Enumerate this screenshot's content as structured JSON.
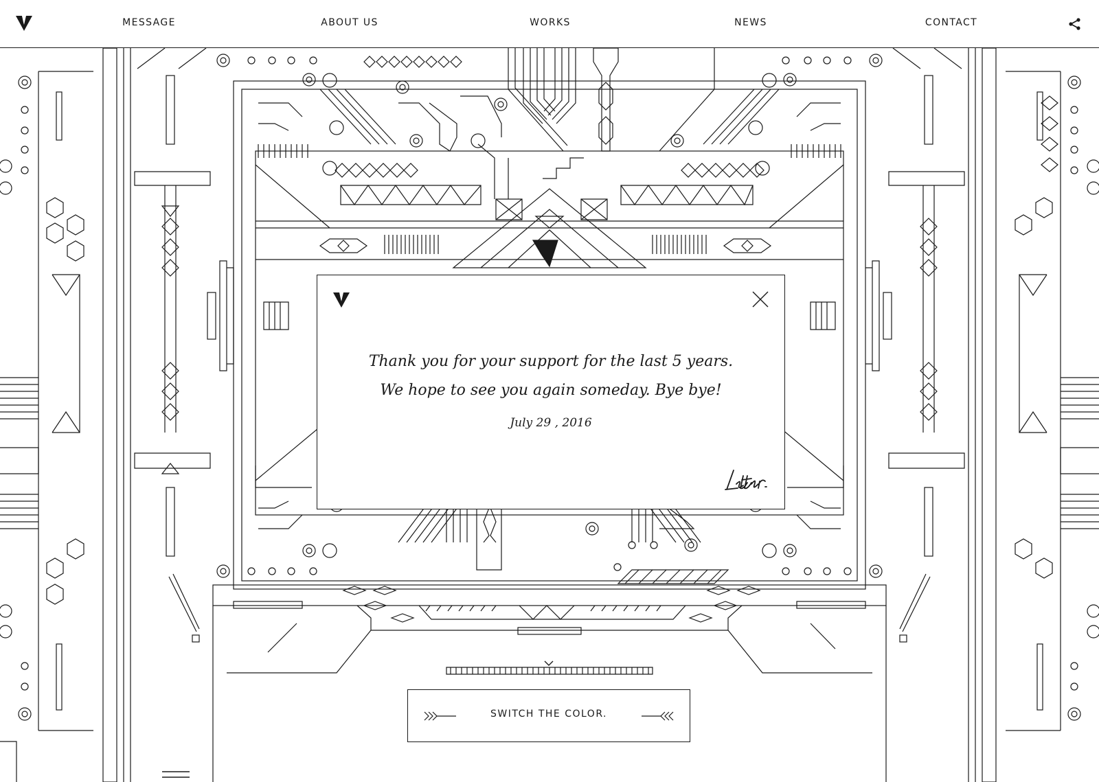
{
  "header": {
    "logo": "V",
    "nav": [
      {
        "label": "MESSAGE"
      },
      {
        "label": "ABOUT US"
      },
      {
        "label": "WORKS"
      },
      {
        "label": "NEWS"
      },
      {
        "label": "CONTACT"
      }
    ],
    "share_icon": "share-icon"
  },
  "modal": {
    "logo": "V",
    "close_icon": "close-icon",
    "line1": "Thank you for your support for the last 5 years.",
    "line2": "We hope to see you again someday. Bye bye!",
    "date": "July 29 , 2016",
    "signature": "Letters."
  },
  "footer": {
    "scroll_icon": "chevron-down-icon",
    "switch_label": "SWITCH THE COLOR.",
    "menu_icon": "menu-icon"
  },
  "colors": {
    "ink": "#1a1a1a",
    "background": "#ffffff"
  }
}
